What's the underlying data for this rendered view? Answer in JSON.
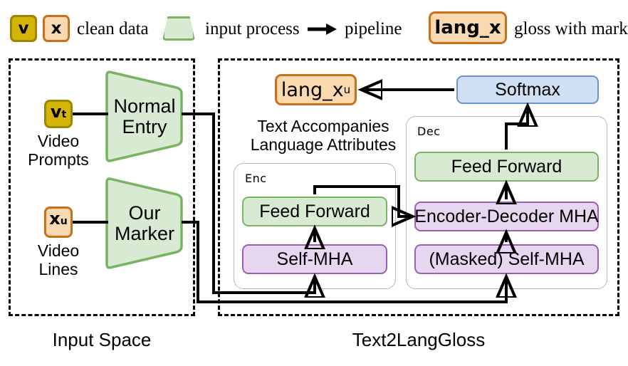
{
  "legend": {
    "clean_data_v": "v",
    "clean_data_x": "x",
    "clean_data_label": "clean data",
    "input_process_label": "input process",
    "pipeline_label": "pipeline",
    "gloss_tag": "lang_x",
    "gloss_label": "gloss with mark",
    "icons": {
      "trapezoid": "trapezoid-icon",
      "arrow": "arrow-right-icon"
    }
  },
  "left_panel": {
    "title": "Input Space",
    "nodes": {
      "video_prompt_tag": "v",
      "video_prompt_sub": "t",
      "video_prompt_caption_line1": "Video",
      "video_prompt_caption_line2": "Prompts",
      "video_lines_tag": "x",
      "video_lines_sub": "u",
      "video_lines_caption_line1": "Video",
      "video_lines_caption_line2": "Lines"
    },
    "encoders": [
      {
        "line1": "Normal",
        "line2": "Entry"
      },
      {
        "line1": "Our",
        "line2": "Marker"
      }
    ]
  },
  "right_panel": {
    "title": "Text2LangGloss",
    "output_tag": "lang_x",
    "output_tag_sub": "u",
    "softmax_label": "Softmax",
    "note_line1": "Text Accompanies",
    "note_line2": "Language Attributes",
    "encoder": {
      "label": "Enc",
      "blocks": [
        {
          "text": "Feed Forward",
          "kind": "green"
        },
        {
          "text": "Self-MHA",
          "kind": "purple"
        }
      ]
    },
    "decoder": {
      "label": "Dec",
      "blocks": [
        {
          "text": "Feed Forward",
          "kind": "green"
        },
        {
          "text": "Encoder-Decoder MHA",
          "kind": "purple"
        },
        {
          "text": "(Masked) Self-MHA",
          "kind": "purple"
        }
      ]
    }
  },
  "colors": {
    "green_fill": "#d9ead3",
    "green_stroke": "#79b465",
    "purple_fill": "#e7d6ef",
    "purple_stroke": "#9a5fb5",
    "blue_fill": "#cfe0f5",
    "blue_stroke": "#6d93cb",
    "orange_fill": "#fad9b0",
    "orange_stroke": "#c8701b",
    "olive_fill": "#d4b406",
    "olive_stroke": "#9d8604",
    "wire": "#000000"
  }
}
